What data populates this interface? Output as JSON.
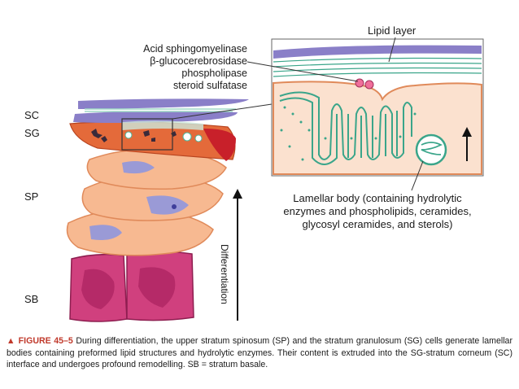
{
  "layers": {
    "sc": "SC",
    "sg": "SG",
    "sp": "SP",
    "sb": "SB"
  },
  "inset": {
    "lipid_layer_label": "Lipid layer"
  },
  "enzymes": [
    "Acid sphingomyelinase",
    "β-glucocerebrosidase",
    "phospholipase",
    "steroid sulfatase"
  ],
  "lamellar_body_label": [
    "Lamellar body (containing hydrolytic",
    "enzymes and phospholipids, ceramides,",
    "glycosyl ceramides, and sterols)"
  ],
  "differentiation_label": "Differentiation",
  "caption": {
    "triangle": "▲",
    "figure_label": "FIGURE 45–5",
    "text": "During differentiation, the upper stratum spinosum (SP) and the stratum granulosum (SG) cells generate lamellar bodies containing preformed lipid structures and hydrolytic enzymes. Their content is extruded into the SG-stratum corneum (SC) interface and undergoes profound remodelling. SB = stratum basale."
  },
  "colors": {
    "stratum_corneum": "#8a7fc8",
    "granulosum": "#e46a3a",
    "spinosum": "#f7b991",
    "basale": "#d0407e",
    "lipid_dots": "#3aa58a"
  }
}
